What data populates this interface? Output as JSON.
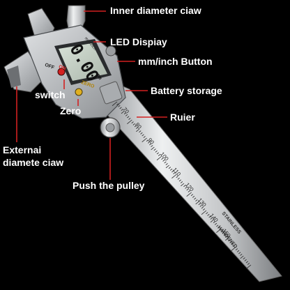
{
  "callouts": {
    "inner_jaw": "Inner diameter ciaw",
    "led_display": "LED Dispiay",
    "unit_button": "mm/inch Button",
    "battery": "Battery storage",
    "switch": "switch",
    "zero": "Zero",
    "ruler": "Ruier",
    "external_jaw_line1": "Externai",
    "external_jaw_line2": "diamete ciaw",
    "pulley": "Push the pulley"
  },
  "device": {
    "display_reading": "0.00",
    "display_unit": "mm",
    "off_label": "OFF",
    "on_label": "ON",
    "zero_label": "ZERO",
    "unit_label": "mm/inch",
    "scale_numbers": [
      "70",
      "80",
      "90",
      "100",
      "110",
      "120",
      "130",
      "140",
      "150"
    ],
    "engraving_line1": "STAINLESS",
    "engraving_line2": "HARDENED"
  },
  "colors": {
    "background": "#000000",
    "callout_text": "#ffffff",
    "leader_line": "#d32020",
    "on_button": "#d32020",
    "zero_button": "#e0b020",
    "lcd_screen": "#c8d4c8",
    "steel": "#c4c6c8"
  }
}
